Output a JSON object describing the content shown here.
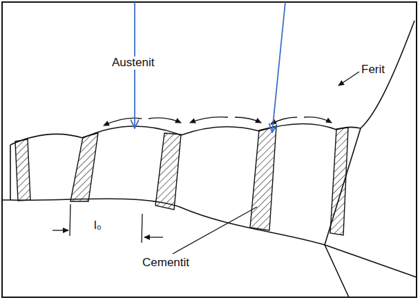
{
  "diagram": {
    "labels": [
      "Austenit",
      "Ferit",
      "Cementit",
      "l₀"
    ]
  }
}
